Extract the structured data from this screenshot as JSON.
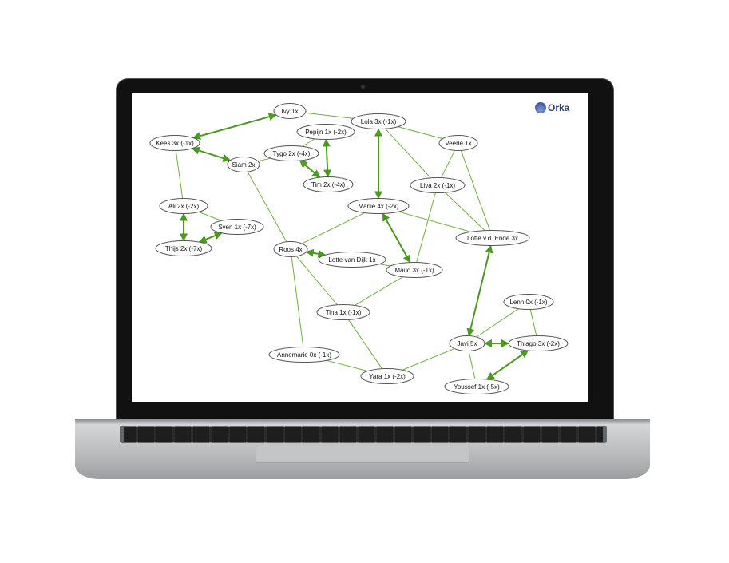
{
  "logo": {
    "name": "Orka"
  },
  "colors": {
    "edge": "#6bb33a",
    "edge_mutual": "#4a9a1e",
    "node_border": "#555555"
  },
  "nodes": {
    "ivy": "Ivy 1x",
    "lola": "Lola 3x (-1x)",
    "pepijn": "Pepijn 1x (-2x)",
    "kees": "Kees 3x (-1x)",
    "veerle": "Veerle 1x",
    "tygo": "Tygo 2x (-4x)",
    "siam": "Siam 2x",
    "tim": "Tim 2x (-4x)",
    "liva": "Liva 2x (-1x)",
    "marlie": "Marlie 4x (-2x)",
    "ali": "Ali 2x (-2x)",
    "sven": "Sven 1x (-7x)",
    "lottevde": "Lotte v.d. Ende 3x",
    "thijs": "Thijs 2x (-7x)",
    "roos": "Roos 4x",
    "lottevd": "Lotte van Dijk 1x",
    "maud": "Maud 3x (-1x)",
    "lenn": "Lenn 0x (-1x)",
    "tina": "Tina 1x (-1x)",
    "javi": "Javi 5x",
    "thiago": "Thiago 3x (-2x)",
    "annemarie": "Annemarie 0x (-1x)",
    "yara": "Yara 1x (-2x)",
    "youssef": "Youssef 1x (-5x)"
  },
  "edges": [
    [
      "ivy",
      "kees",
      true
    ],
    [
      "ivy",
      "lola",
      false
    ],
    [
      "kees",
      "siam",
      true
    ],
    [
      "kees",
      "ali",
      false
    ],
    [
      "siam",
      "tygo",
      false
    ],
    [
      "siam",
      "roos",
      false
    ],
    [
      "pepijn",
      "tygo",
      false
    ],
    [
      "pepijn",
      "tim",
      true
    ],
    [
      "tygo",
      "tim",
      true
    ],
    [
      "ali",
      "sven",
      false
    ],
    [
      "ali",
      "thijs",
      true
    ],
    [
      "thijs",
      "sven",
      true
    ],
    [
      "lola",
      "veerle",
      false
    ],
    [
      "lola",
      "marlie",
      true
    ],
    [
      "lola",
      "liva",
      false
    ],
    [
      "veerle",
      "liva",
      false
    ],
    [
      "veerle",
      "lottevde",
      false
    ],
    [
      "liva",
      "lottevde",
      false
    ],
    [
      "liva",
      "maud",
      false
    ],
    [
      "marlie",
      "lottevde",
      false
    ],
    [
      "marlie",
      "roos",
      false
    ],
    [
      "marlie",
      "maud",
      true
    ],
    [
      "roos",
      "lottevd",
      true
    ],
    [
      "lottevd",
      "maud",
      false
    ],
    [
      "roos",
      "tina",
      false
    ],
    [
      "roos",
      "annemarie",
      false
    ],
    [
      "maud",
      "tina",
      false
    ],
    [
      "tina",
      "yara",
      false
    ],
    [
      "annemarie",
      "yara",
      false
    ],
    [
      "yara",
      "javi",
      false
    ],
    [
      "lottevde",
      "javi",
      true
    ],
    [
      "javi",
      "lenn",
      false
    ],
    [
      "javi",
      "thiago",
      true
    ],
    [
      "javi",
      "youssef",
      false
    ],
    [
      "lenn",
      "thiago",
      false
    ],
    [
      "thiago",
      "youssef",
      true
    ]
  ]
}
